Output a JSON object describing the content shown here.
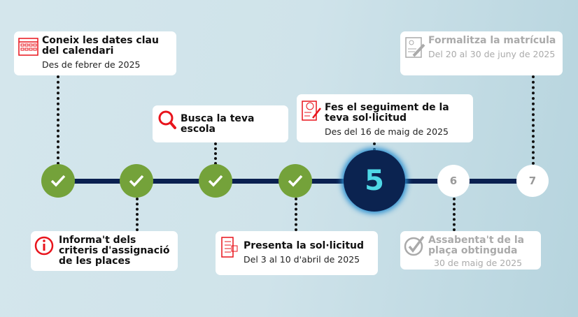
{
  "steps": [
    {
      "label": "✓",
      "state": "done"
    },
    {
      "label": "✓",
      "state": "done"
    },
    {
      "label": "✓",
      "state": "done"
    },
    {
      "label": "✓",
      "state": "done"
    },
    {
      "label": "5",
      "state": "current"
    },
    {
      "label": "6",
      "state": "future"
    },
    {
      "label": "7",
      "state": "future"
    }
  ],
  "cards": [
    {
      "title": "Coneix les dates clau del calendari",
      "subtitle": "Des de febrer de 2025",
      "icon": "calendar-icon"
    },
    {
      "title": "Informa't dels criteris d'assignació de les places",
      "icon": "info-icon"
    },
    {
      "title": "Busca la teva escola",
      "icon": "search-icon"
    },
    {
      "title": "Presenta la sol·licitud",
      "subtitle": "Del 3 al 10 d'abril de 2025",
      "icon": "form-icon"
    },
    {
      "title": "Fes el seguiment de la teva sol·licitud",
      "subtitle": "Des del 16 de maig de 2025",
      "icon": "tracking-icon"
    },
    {
      "title": "Assabenta't de la plaça obtinguda",
      "subtitle": "30 de maig de 2025",
      "icon": "check-circle-icon"
    },
    {
      "title": "Formalitza la matrícula",
      "subtitle": "Del 20 al 30 de juny de 2025",
      "icon": "document-edit-icon"
    }
  ],
  "colors": {
    "done": "#74a23a",
    "current": "#0b2350",
    "accent": "#e8141c",
    "line": "#0a2050"
  }
}
